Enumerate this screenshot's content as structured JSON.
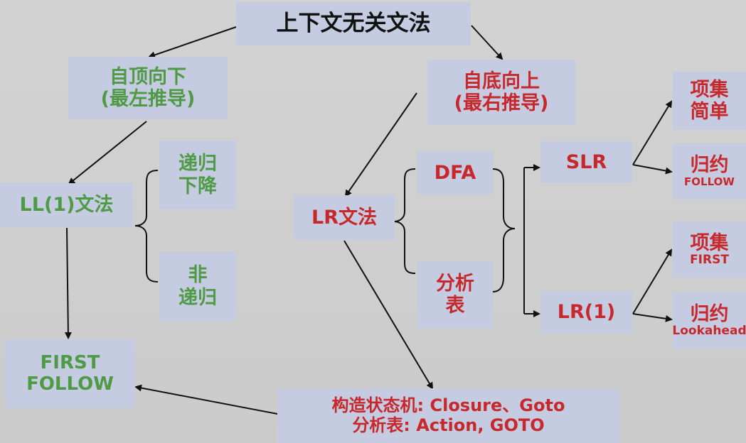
{
  "root": {
    "label": "上下文无关文法"
  },
  "top_down": {
    "line1": "自顶向下",
    "line2": "(最左推导)"
  },
  "bottom_up": {
    "line1": "自底向上",
    "line2": "(最右推导)"
  },
  "ll1": {
    "label": "LL(1)文法"
  },
  "recursive_descent": {
    "line1": "递归",
    "line2": "下降"
  },
  "non_recursive": {
    "line1": "非",
    "line2": "递归"
  },
  "first_follow": {
    "line1": "FIRST",
    "line2": "FOLLOW"
  },
  "lr": {
    "label": "LR文法"
  },
  "dfa": {
    "label": "DFA"
  },
  "parse_table_node": {
    "line1": "分析",
    "line2": "表"
  },
  "slr": {
    "label": "SLR"
  },
  "lr1": {
    "label": "LR(1)"
  },
  "slr_items": {
    "line1": "项集",
    "line2": "简单"
  },
  "slr_reduce": {
    "line1": "归约",
    "line2": "FOLLOW"
  },
  "lr1_items": {
    "line1": "项集",
    "line2": "FIRST"
  },
  "lr1_reduce": {
    "line1": "归约",
    "line2": "Lookahead"
  },
  "construction": {
    "line1": "构造状态机: Closure、Goto",
    "line2": "分析表: Action, GOTO"
  },
  "colors": {
    "background": "#cfcfcf",
    "box": "#c5cbe0",
    "green": "#4f9a45",
    "red": "#c7282b",
    "black": "#111111"
  }
}
